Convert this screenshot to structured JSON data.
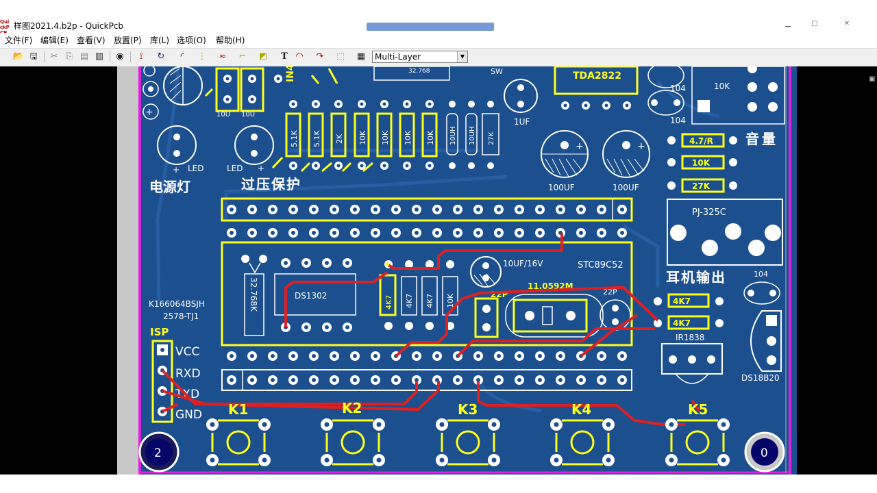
{
  "window": {
    "title": "样图2021.4.b2p - QuickPcb",
    "app_icon_text": "QuickPCB"
  },
  "menu": [
    "文件(F)",
    "编辑(E)",
    "查看(V)",
    "放置(P)",
    "库(L)",
    "选项(O)",
    "帮助(H)"
  ],
  "toolbar": {
    "layer_select": "Multi-Layer",
    "icons": [
      "open-icon",
      "save-icon",
      "cut-icon",
      "copy-icon",
      "paste-icon",
      "component-icon",
      "pad-icon",
      "track-icon",
      "arc-icon",
      "curve-icon",
      "via-icon",
      "jumper-icon",
      "line-icon",
      "fill-icon",
      "text-icon",
      "arc-ccw-icon",
      "arc-cw-icon",
      "select-box-icon",
      "layer-icon"
    ]
  },
  "pcb": {
    "colors": {
      "board": "#1c4f8e",
      "silk": "#ffffff",
      "highlight": "#ffff1e",
      "trace": "#e02020",
      "border": "#e020e0"
    },
    "labels": {
      "power_led": "电源灯",
      "overvoltage": "过压保护",
      "volume": "音量",
      "headphone": "耳机输出",
      "led1": "LED",
      "led2": "LED",
      "ic_top": "TDA2822",
      "sw": "SW",
      "uf1": "1UF",
      "uf100a": "100UF",
      "uf100b": "100UF",
      "r_104a": "104",
      "r_104b": "104",
      "r_104c": "104",
      "pot": "10K",
      "r47": "4.7/R",
      "r10k": "10K",
      "r27k": "27K",
      "jack": "PJ-325C",
      "mcu": "STC89C52",
      "cap10": "10UF/16V",
      "xtal": "11.0592M",
      "c22a": "22P",
      "c22b": "22P",
      "rtc": "DS1302",
      "xtal32": "32.768K",
      "disp1": "K166064BSJH",
      "disp2": "2578-TJ1",
      "isp": "ISP",
      "vcc": "VCC",
      "rxd": "RXD",
      "txd": "TXD",
      "gnd": "GND",
      "k1": "K1",
      "k2": "K2",
      "k3": "K3",
      "k4": "K4",
      "k5": "K5",
      "r4k7a": "4K7",
      "r4k7b": "4K7",
      "ir": "IR1838",
      "ds": "DS18B20",
      "h2": "2",
      "h0": "0",
      "r1": "5.1K",
      "r2": "5.1K",
      "r3": "2K",
      "r4": "10K",
      "r5": "10K",
      "r6": "10K",
      "r7": "10K",
      "l1": "10UH",
      "l2": "10UH",
      "r8": "27K",
      "rv1": "4K7",
      "rv2": "4K7",
      "rv3": "4K7",
      "rv4": "10K",
      "c1": "10U",
      "c2": "10U",
      "small1": "32.768"
    }
  }
}
